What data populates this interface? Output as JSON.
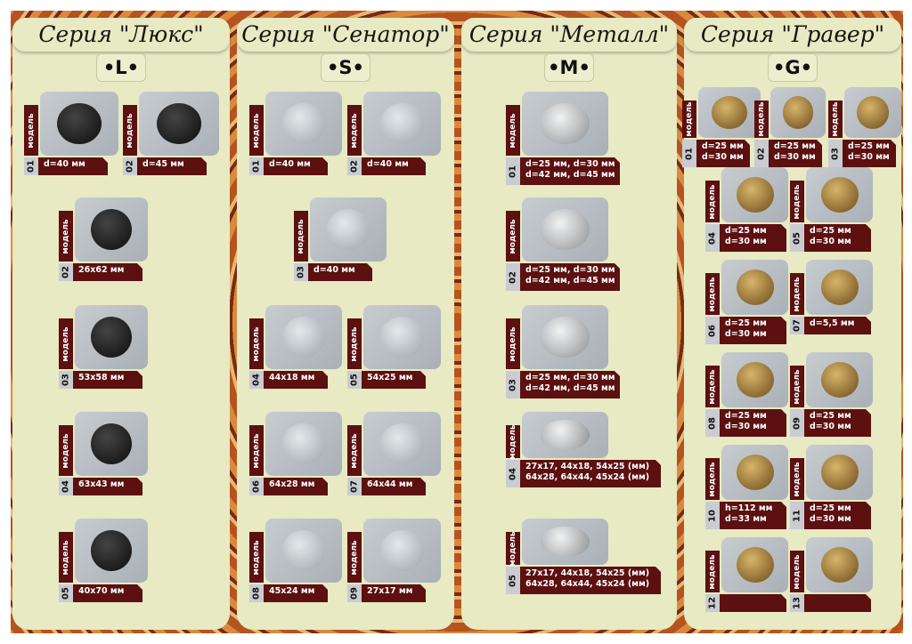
{
  "model_word": "модель",
  "series": [
    {
      "title": "Серия \"Люкс\"",
      "badge": "•L•",
      "items": [
        {
          "n": "01",
          "lines": [
            "d=40 мм"
          ]
        },
        {
          "n": "02",
          "lines": [
            "d=45 мм"
          ]
        },
        {
          "n": "02",
          "lines": [
            "26x62 мм"
          ]
        },
        {
          "n": "03",
          "lines": [
            "53x58 мм"
          ]
        },
        {
          "n": "04",
          "lines": [
            "63x43 мм"
          ]
        },
        {
          "n": "05",
          "lines": [
            "40x70 мм"
          ]
        }
      ]
    },
    {
      "title": "Серия \"Сенатор\"",
      "badge": "•S•",
      "items": [
        {
          "n": "01",
          "lines": [
            "d=40 мм"
          ]
        },
        {
          "n": "02",
          "lines": [
            "d=40 мм"
          ]
        },
        {
          "n": "03",
          "lines": [
            "d=40 мм"
          ]
        },
        {
          "n": "04",
          "lines": [
            "44x18 мм"
          ]
        },
        {
          "n": "05",
          "lines": [
            "54x25 мм"
          ]
        },
        {
          "n": "06",
          "lines": [
            "64x28 мм"
          ]
        },
        {
          "n": "07",
          "lines": [
            "64x44 мм"
          ]
        },
        {
          "n": "08",
          "lines": [
            "45x24 мм"
          ]
        },
        {
          "n": "09",
          "lines": [
            "27x17 мм"
          ]
        }
      ]
    },
    {
      "title": "Серия \"Металл\"",
      "badge": "•M•",
      "items": [
        {
          "n": "01",
          "lines": [
            "d=25 мм, d=30 мм",
            "d=42 мм, d=45 мм"
          ]
        },
        {
          "n": "02",
          "lines": [
            "d=25 мм, d=30 мм",
            "d=42 мм, d=45 мм"
          ]
        },
        {
          "n": "03",
          "lines": [
            "d=25 мм, d=30 мм",
            "d=42 мм, d=45 мм"
          ]
        },
        {
          "n": "04",
          "lines": [
            "27x17, 44x18, 54x25 (мм)",
            "64x28, 64x44, 45x24 (мм)"
          ]
        },
        {
          "n": "05",
          "lines": [
            "27x17, 44x18, 54x25 (мм)",
            "64x28, 64x44, 45x24 (мм)"
          ]
        }
      ]
    },
    {
      "title": "Серия \"Гравер\"",
      "badge": "•G•",
      "items": [
        {
          "n": "01",
          "lines": [
            "d=25 мм",
            "d=30 мм"
          ]
        },
        {
          "n": "02",
          "lines": [
            "d=25 мм",
            "d=30 мм"
          ]
        },
        {
          "n": "03",
          "lines": [
            "d=25 мм",
            "d=30 мм"
          ]
        },
        {
          "n": "04",
          "lines": [
            "d=25 мм",
            "d=30 мм"
          ]
        },
        {
          "n": "05",
          "lines": [
            "d=25 мм",
            "d=30 мм"
          ]
        },
        {
          "n": "06",
          "lines": [
            "d=25 мм",
            "d=30 мм"
          ]
        },
        {
          "n": "07",
          "lines": [
            "d=5,5 мм"
          ]
        },
        {
          "n": "08",
          "lines": [
            "d=25 мм",
            "d=30 мм"
          ]
        },
        {
          "n": "09",
          "lines": [
            "d=25 мм",
            "d=30 мм"
          ]
        },
        {
          "n": "10",
          "lines": [
            "h=112 мм",
            "d=33 мм"
          ]
        },
        {
          "n": "11",
          "lines": [
            "d=25 мм",
            "d=30 мм"
          ]
        },
        {
          "n": "12",
          "lines": []
        },
        {
          "n": "13",
          "lines": []
        }
      ]
    }
  ]
}
